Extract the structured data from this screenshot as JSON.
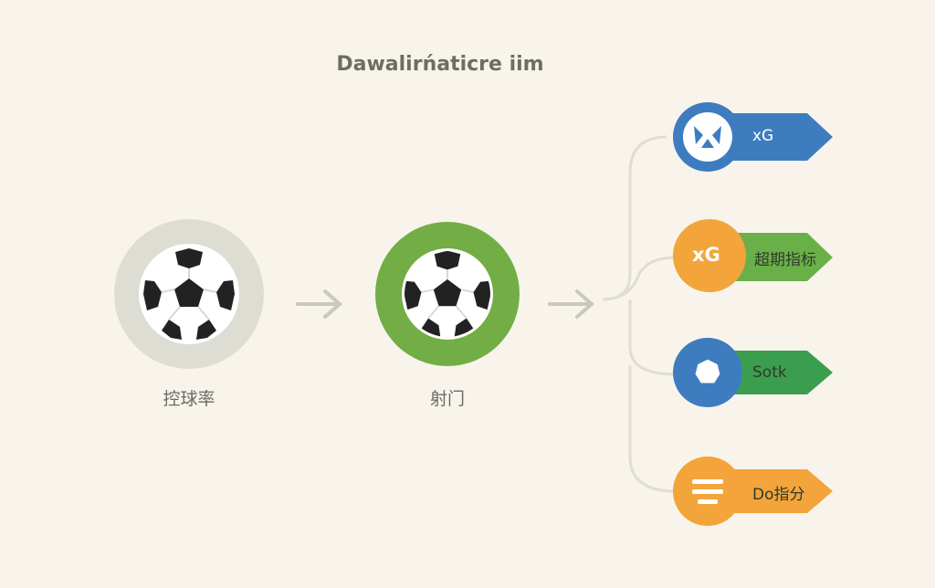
{
  "title": "Dawalirńaticre iim",
  "nodes": [
    {
      "label": "控球率",
      "ring_color": "#deddd4"
    },
    {
      "label": "射门",
      "ring_color": "#72ad45"
    }
  ],
  "outputs": [
    {
      "text": "xG",
      "icon": "shield-icon",
      "color": "#3e7cc0"
    },
    {
      "text": "超期指标",
      "icon_text": "xG",
      "color": "#f3a43b",
      "banner_color": "#6ab048"
    },
    {
      "text": "Sotk",
      "icon": "badge-icon",
      "color": "#3e7cc0",
      "banner_color": "#3b9e4f"
    },
    {
      "text": "Do指分",
      "icon": "menu-lines-icon",
      "color": "#f3a43b"
    }
  ],
  "colors": {
    "background": "#f8f4ec",
    "connector": "#e0ddd2",
    "arrow": "#c9c8bf"
  }
}
